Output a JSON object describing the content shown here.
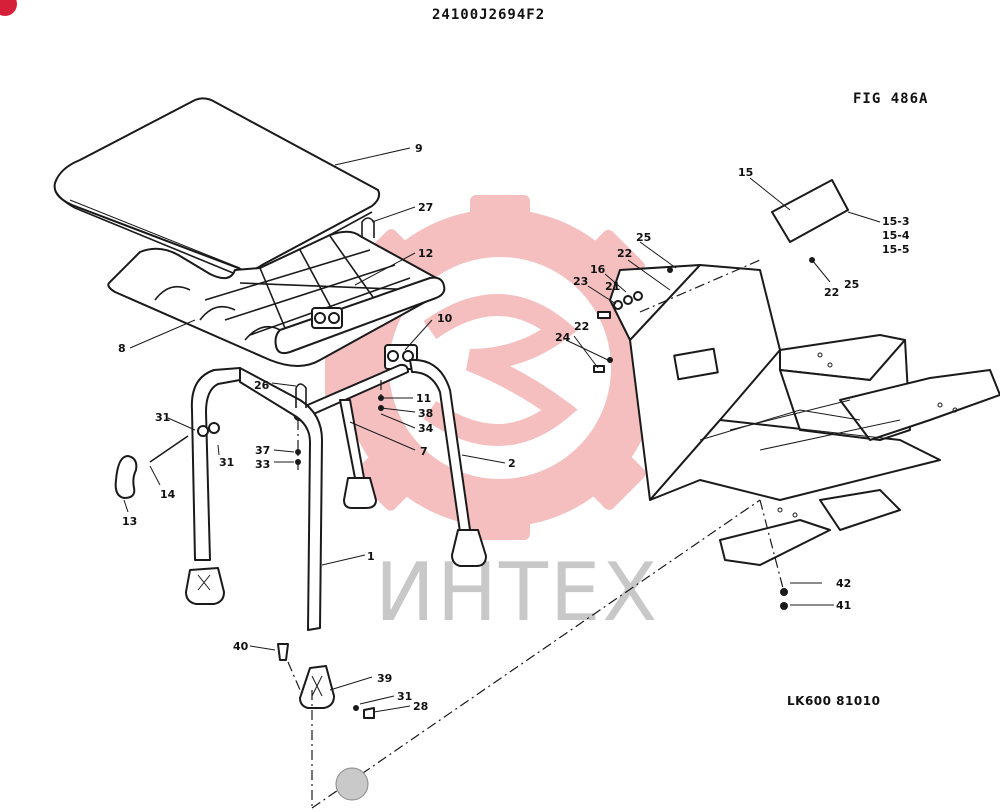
{
  "header": {
    "doc_code": "24100J2694F2",
    "figure": "FIG 486A",
    "drawing_ref": "LK600 81010"
  },
  "watermark": {
    "text": "ИНТЕХ",
    "gear_color": "#f4b5b5",
    "text_color": "#c8c8c8"
  },
  "callouts": {
    "c9": "9",
    "c27": "27",
    "c12": "12",
    "c8": "8",
    "c10": "10",
    "c26": "26",
    "c11": "11",
    "c38": "38",
    "c34": "34",
    "c7": "7",
    "c2": "2",
    "c31a": "31",
    "c31b": "31",
    "c37": "37",
    "c33": "33",
    "c14": "14",
    "c13": "13",
    "c1": "1",
    "c40": "40",
    "c39": "39",
    "c31c": "31",
    "c28": "28",
    "c15": "15",
    "c15_3": "15-3",
    "c15_4": "15-4",
    "c15_5": "15-5",
    "c25a": "25",
    "c22a": "22",
    "c16": "16",
    "c21": "21",
    "c23": "23",
    "c22b": "22",
    "c25b": "25",
    "c22c": "22",
    "c24": "24",
    "c42": "42",
    "c41": "41"
  },
  "colors": {
    "ink": "#1a1a1a",
    "paper": "#ffffff",
    "corner_mark": "#d6203a"
  }
}
